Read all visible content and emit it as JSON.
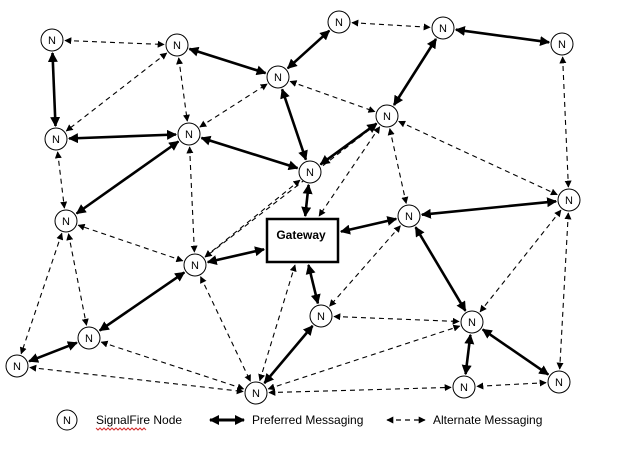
{
  "node_letter": "N",
  "gateway": {
    "label": "Gateway"
  },
  "legend": {
    "node_label": "SignalFire Node",
    "preferred_label": "Preferred Messaging",
    "alternate_label": "Alternate Messaging"
  },
  "colors": {
    "stroke": "#000000",
    "background": "#ffffff",
    "spellcheck_underline": "#d32f2f"
  }
}
